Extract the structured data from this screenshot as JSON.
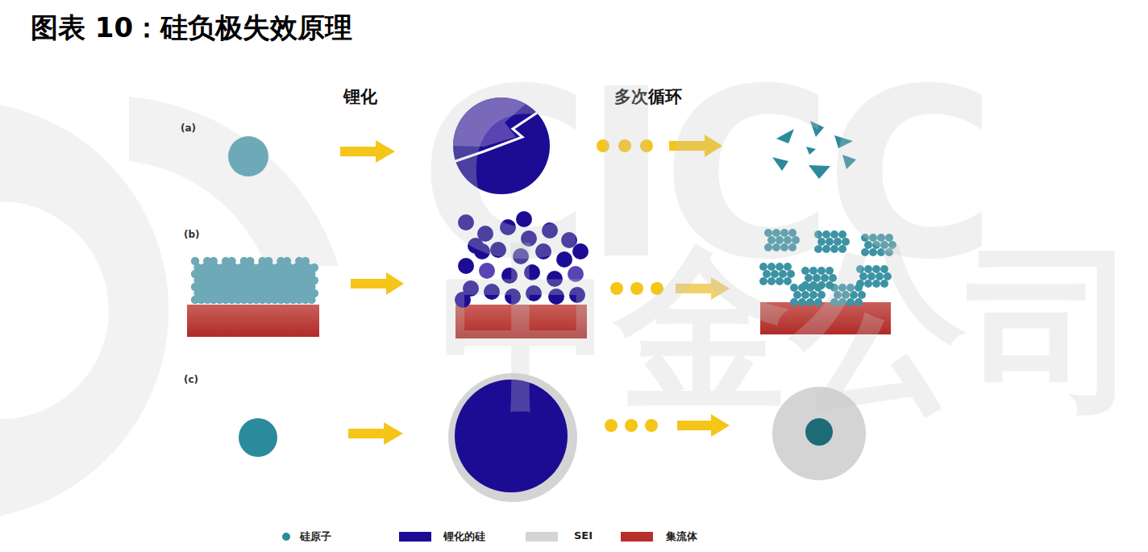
{
  "diagram": {
    "title": "图表 10：硅负极失效原理",
    "labels": [
      "锂化",
      "多次循环",
      "(a)",
      "(b)",
      "(c)",
      "CICC",
      "中金公司"
    ],
    "legend": [
      {
        "text": "硅原子"
      },
      {
        "text": "锂化的硅",
        "color": "#1c0c94"
      },
      {
        "text": "SEI",
        "color": "#d4d4d4"
      },
      {
        "text": "集流体",
        "color": "#b8302c"
      }
    ]
  }
}
